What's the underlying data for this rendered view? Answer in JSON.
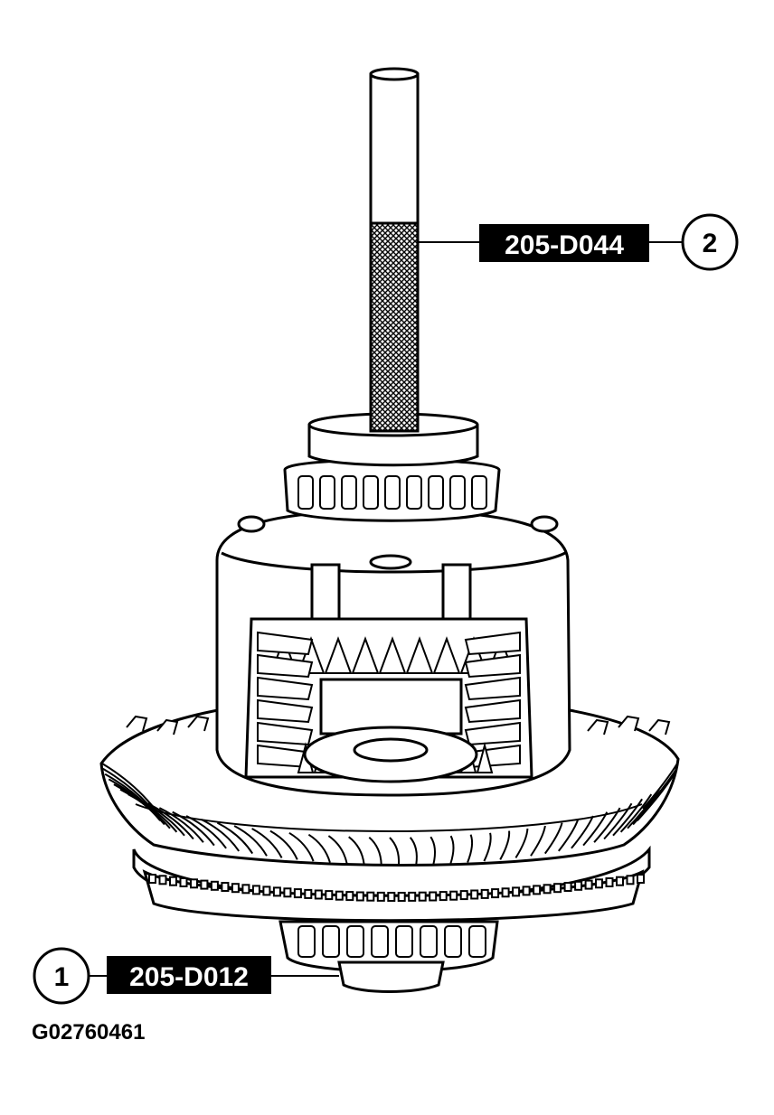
{
  "figure": {
    "figure_id": "G02760461",
    "subject": "differential-case-with-ring-gear",
    "callouts": [
      {
        "number": "2",
        "tool": "205-D044"
      },
      {
        "number": "1",
        "tool": "205-D012"
      }
    ]
  },
  "colors": {
    "ink": "#000000",
    "paper": "#ffffff"
  }
}
